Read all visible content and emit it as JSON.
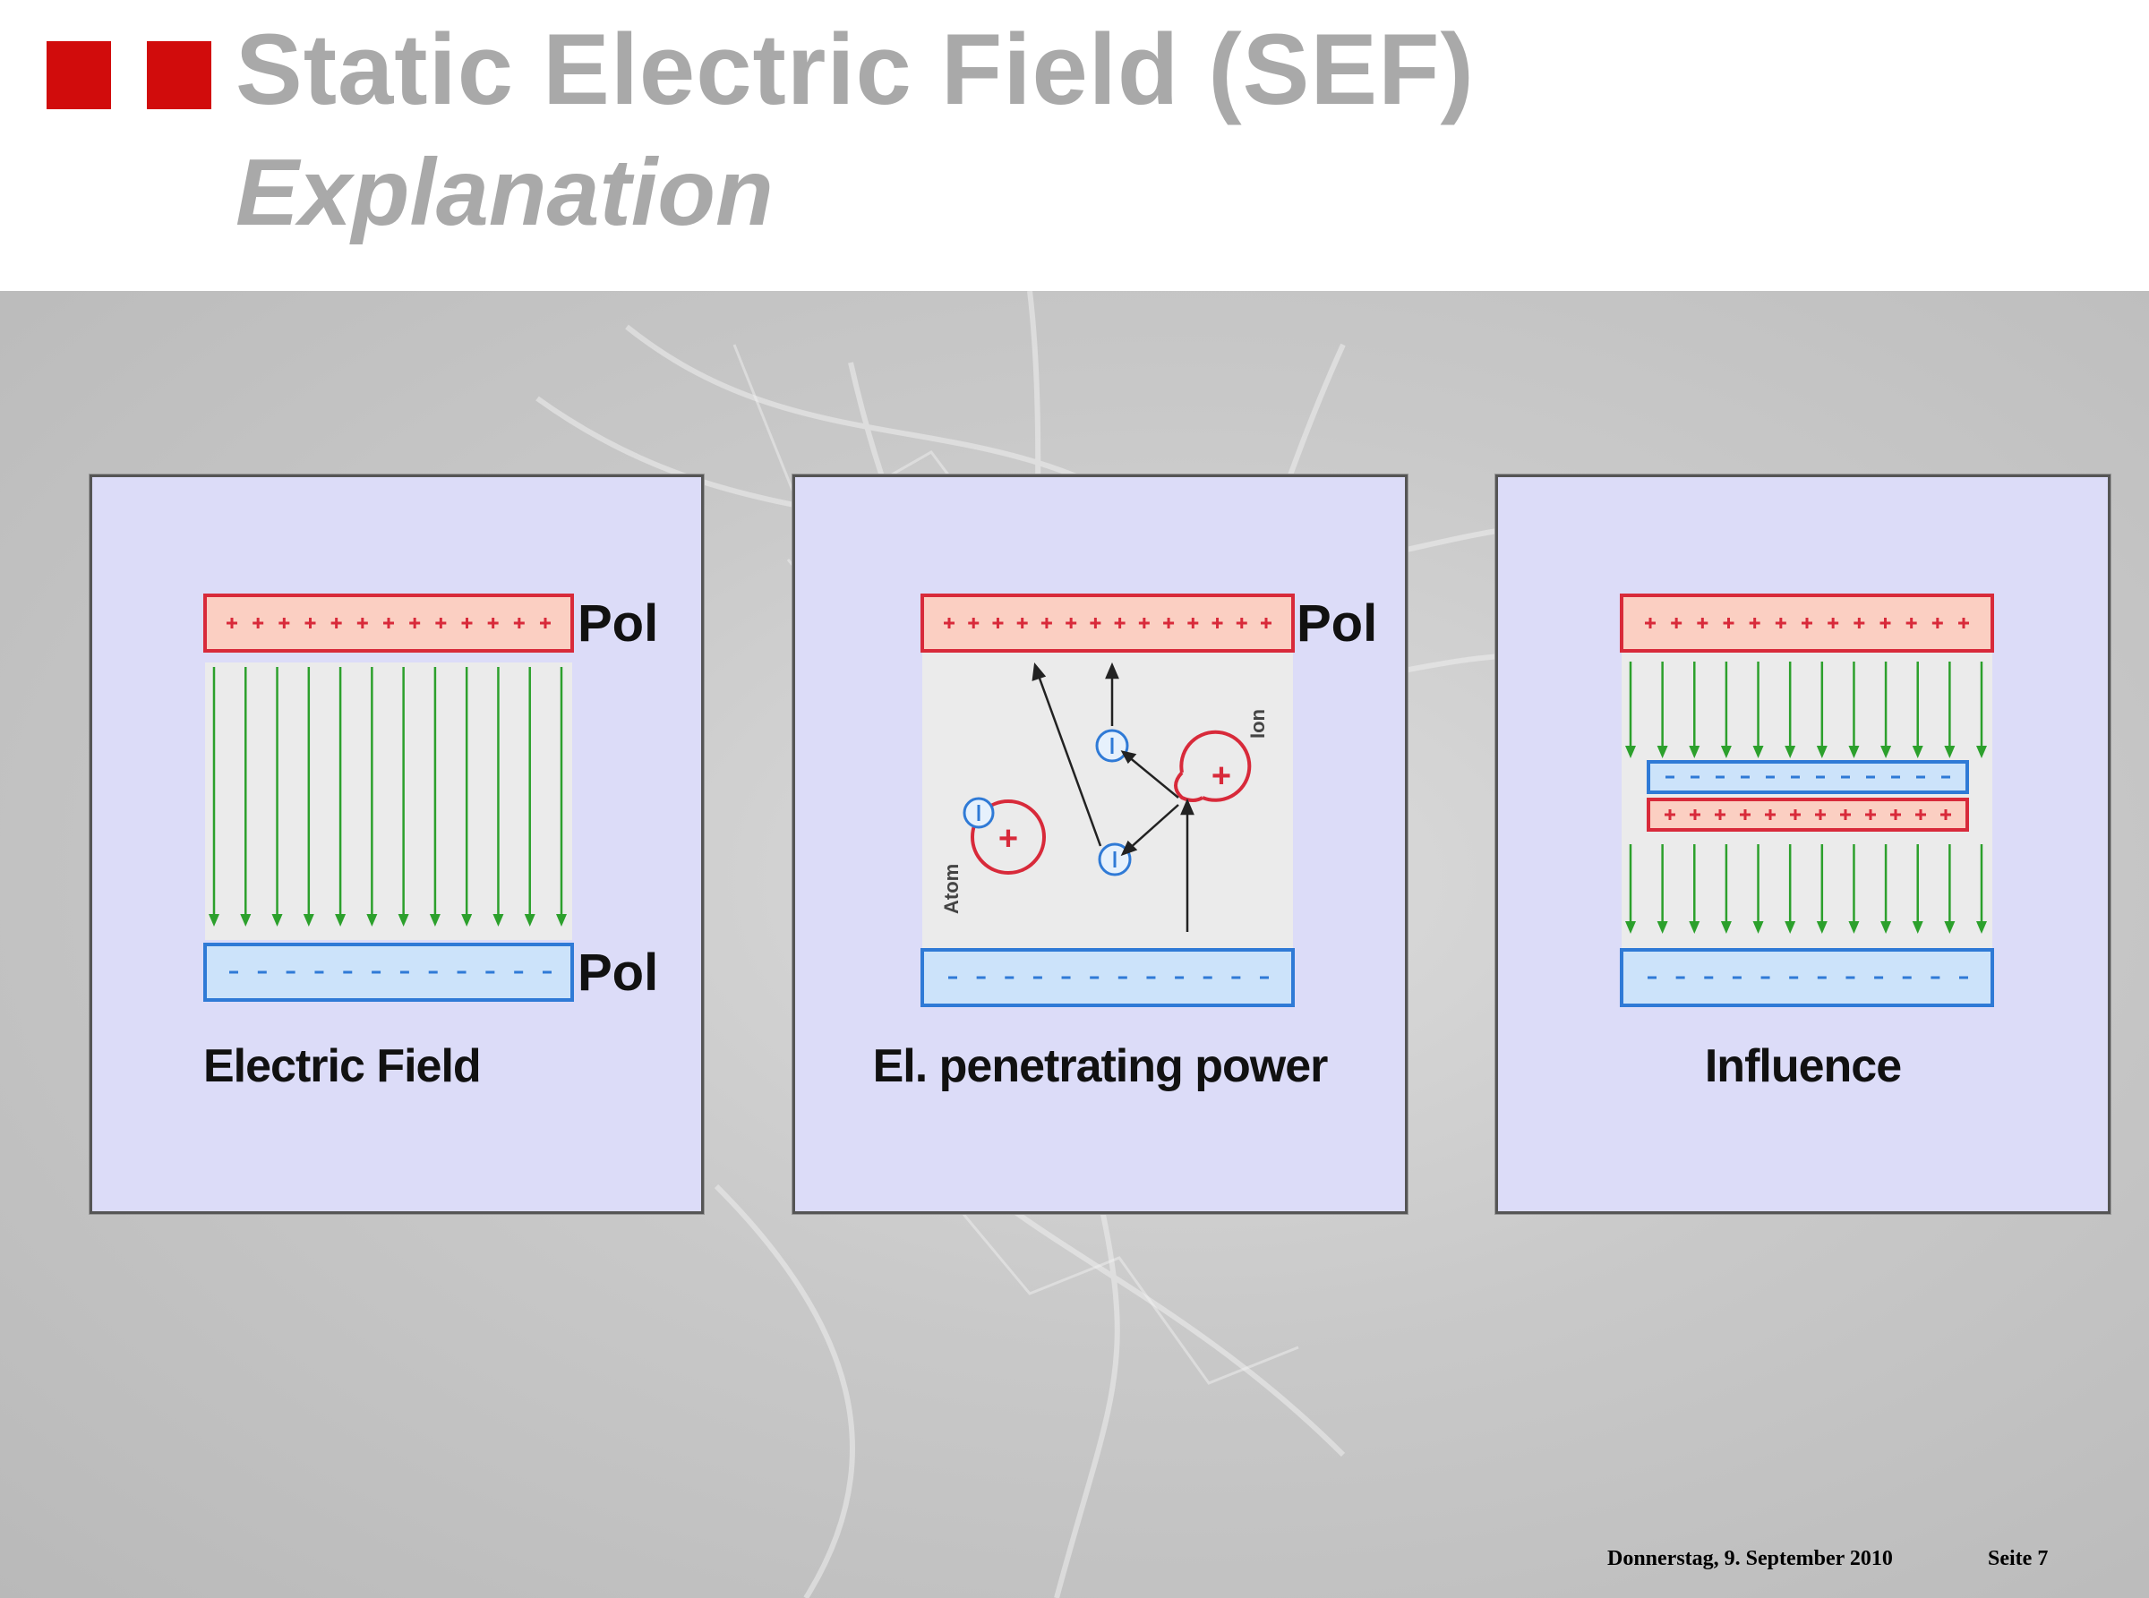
{
  "header": {
    "title": "Static Electric Field (SEF)",
    "subtitle": "Explanation"
  },
  "panels": [
    {
      "caption": "Electric  Field",
      "plate_labels": [
        "Pol",
        "Pol"
      ]
    },
    {
      "caption": "El. penetrating power",
      "plate_labels": [
        "Pol"
      ],
      "atom_label": "Atom",
      "ion_label": "Ion"
    },
    {
      "caption": "Influence"
    }
  ],
  "footer": {
    "date": "Donnerstag, 9. September 2010",
    "page": "Seite 7"
  },
  "colors": {
    "accent": "#d10c0c",
    "title": "#a9a9a9",
    "positive_plate": "#d82a3a",
    "negative_plate": "#2f7ad6",
    "field_line": "#2ca02c",
    "panel_bg": "#dcdcf8"
  }
}
